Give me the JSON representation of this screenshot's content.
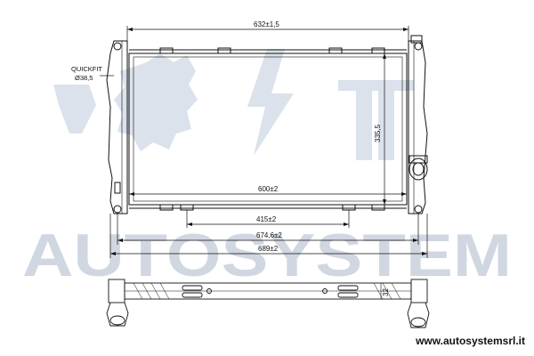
{
  "dimensions": {
    "overall_width": "632±1,5",
    "core_height": "335,5",
    "core_width": "600±2",
    "bracket_spacing": "415±2",
    "tank_span": "674,6±2",
    "total_width": "689±2",
    "thickness": "32"
  },
  "connection": {
    "type": "QUICKFIT",
    "diameter": "Ø38,5"
  },
  "watermark": {
    "text": "AUTOSYSTEM"
  },
  "footer": {
    "url": "www.autosystemsrl.it"
  },
  "colors": {
    "line": "#111111",
    "watermark": "#aab7c9"
  }
}
